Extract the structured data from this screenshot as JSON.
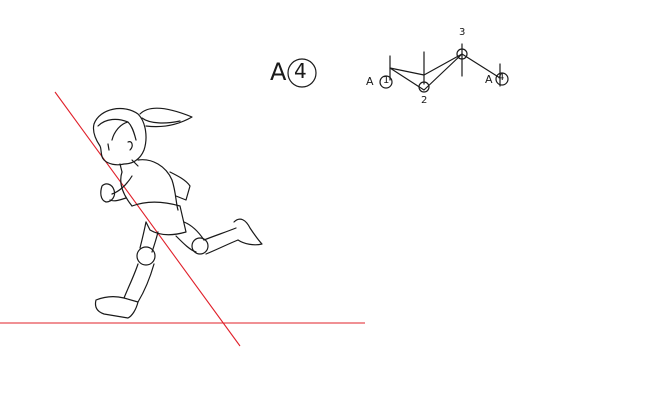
{
  "canvas": {
    "background": "#ffffff"
  },
  "colors": {
    "ink": "#1a1a1a",
    "guide_red": "#e0202a"
  },
  "drawing": {
    "subject": "running-girl-sketch",
    "guides": [
      "ground-line",
      "lean-diagonal-line"
    ]
  },
  "annotations": {
    "frame_label_prefix": "A",
    "frame_label_number": "4",
    "key_a_left": "A",
    "key_1": "1",
    "key_2": "2",
    "key_3": "3",
    "key_a_right": "A",
    "key_4": "4"
  }
}
